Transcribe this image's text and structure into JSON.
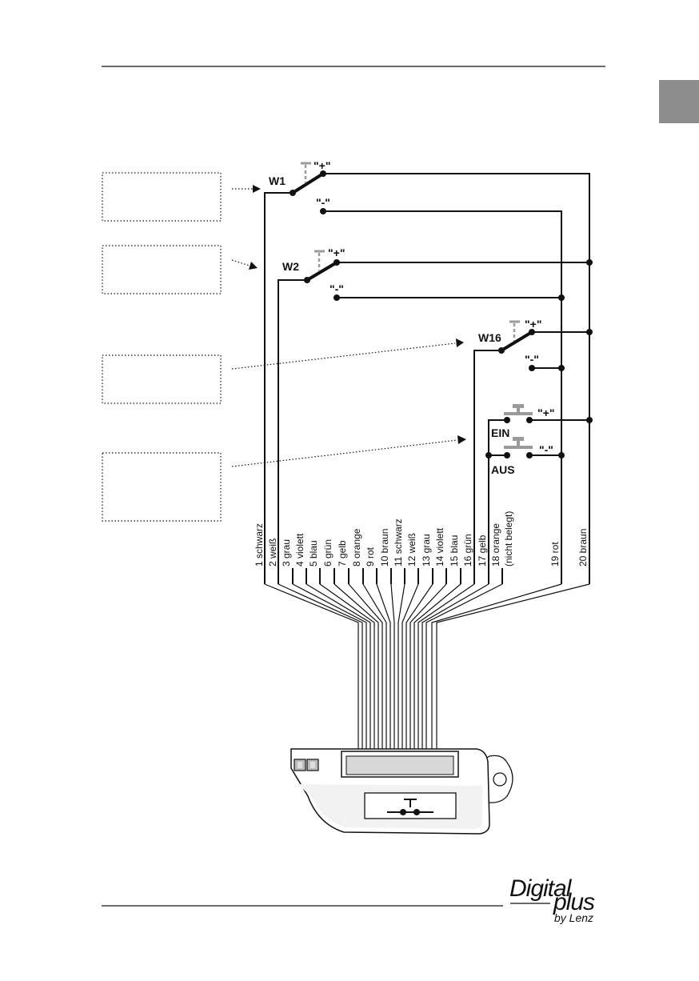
{
  "switches": {
    "w1": {
      "label": "W1",
      "plus": "\"+\"",
      "minus": "\"-\""
    },
    "w2": {
      "label": "W2",
      "plus": "\"+\"",
      "minus": "\"-\""
    },
    "w16": {
      "label": "W16",
      "plus": "\"+\"",
      "minus": "\"-\""
    },
    "ein": {
      "label": "EIN",
      "plus": "\"+\""
    },
    "aus": {
      "label": "AUS",
      "minus": "\"-\""
    }
  },
  "wires": [
    "1 schwarz",
    "2 weiß",
    "3 grau",
    "4 violett",
    "5 blau",
    "6 grün",
    "7 gelb",
    "8 orange",
    "9 rot",
    "10 braun",
    "11 schwarz",
    "12 weiß",
    "13 grau",
    "14 violett",
    "15 blau",
    "16 grün",
    "17 gelb",
    "18 orange",
    "(nicht belegt)",
    "19 rot",
    "20 braun"
  ],
  "logo": {
    "line1": "Digital",
    "line2": "plus",
    "line3": "by Lenz"
  },
  "colors": {
    "wire": "#111111",
    "switch_blade": "#9a9a9a",
    "tab": "#8c8c8c"
  }
}
